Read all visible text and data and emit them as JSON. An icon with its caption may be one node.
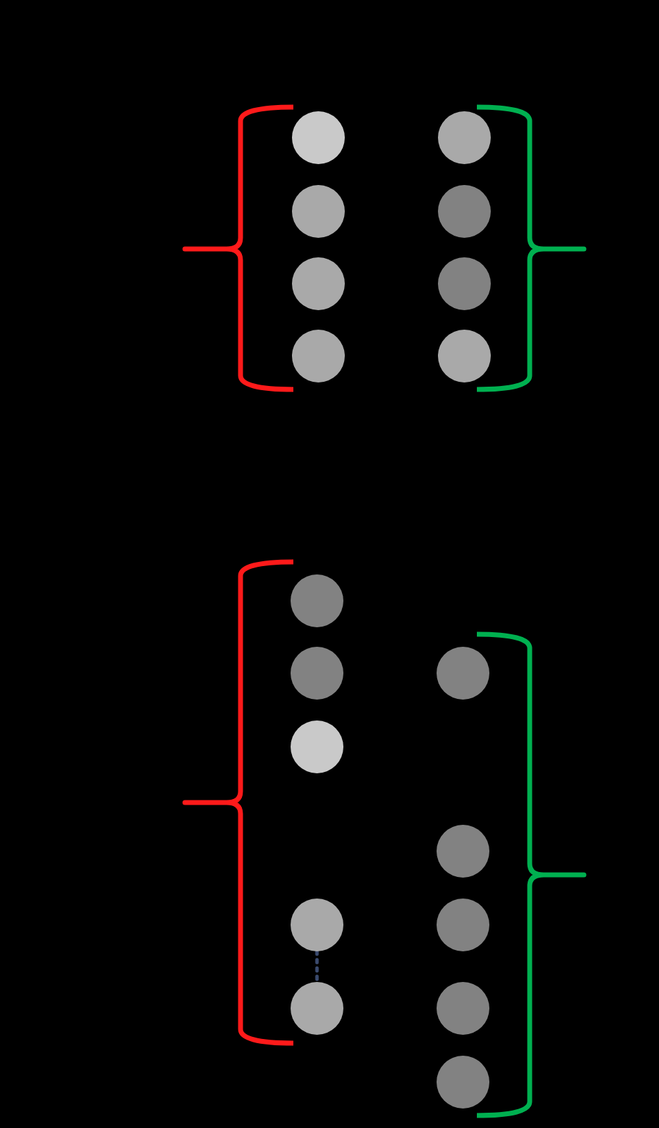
{
  "diagram": {
    "nodes": [
      {
        "text": [],
        "shape": "circle"
      },
      {
        "text": [],
        "shape": "circle"
      },
      {
        "text": [],
        "shape": "circle"
      },
      {
        "text": [],
        "shape": "circle"
      },
      {
        "text": [],
        "shape": "circle"
      },
      {
        "text": [],
        "shape": "circle"
      },
      {
        "text": [],
        "shape": "circle"
      },
      {
        "text": [],
        "shape": "circle"
      },
      {
        "text": [],
        "shape": "circle"
      },
      {
        "text": [],
        "shape": "circle"
      },
      {
        "text": [],
        "shape": "circle"
      },
      {
        "text": [],
        "shape": "circle"
      },
      {
        "text": [],
        "shape": "circle"
      },
      {
        "text": [],
        "shape": "circle"
      },
      {
        "text": [],
        "shape": "circle"
      },
      {
        "text": [],
        "shape": "circle"
      },
      {
        "text": [],
        "shape": "circle"
      },
      {
        "text": [],
        "shape": "circle"
      }
    ],
    "edges": [
      {
        "from": 11,
        "to": 12,
        "arrow": "none",
        "style": "dashed",
        "color": "#3a4a6e"
      }
    ]
  }
}
